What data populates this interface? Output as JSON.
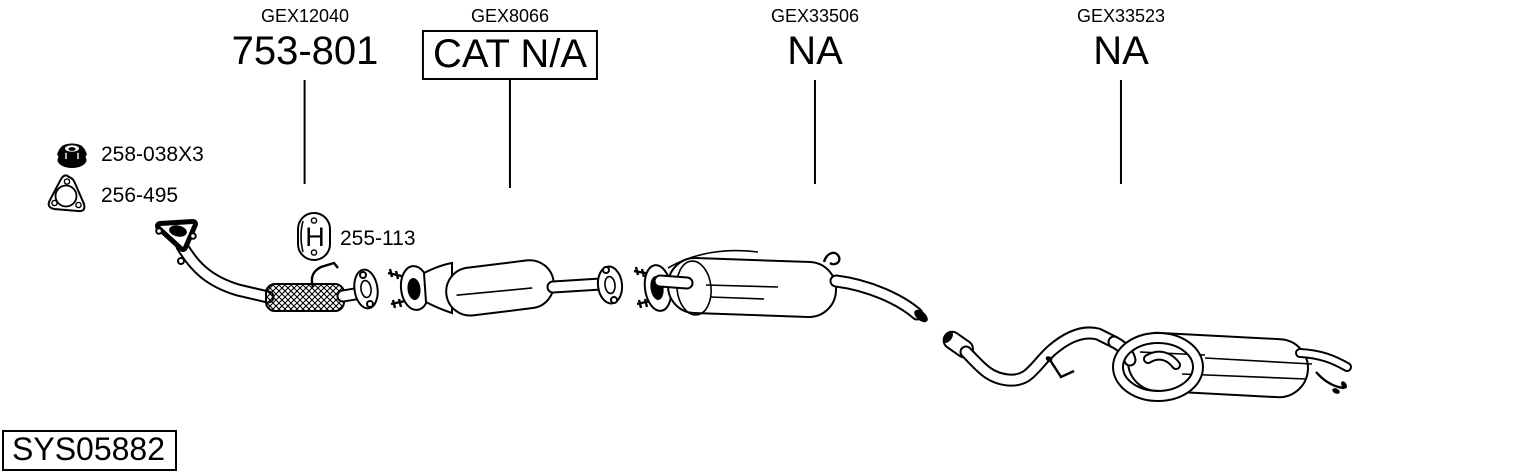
{
  "page": {
    "background_color": "#ffffff",
    "ink_color": "#000000",
    "type": "exhaust-system-parts-diagram"
  },
  "columns": [
    {
      "ref": "GEX12040",
      "part": "753-801",
      "boxed": false
    },
    {
      "ref": "GEX8066",
      "part": "CAT N/A",
      "boxed": true
    },
    {
      "ref": "GEX33506",
      "part": "NA",
      "boxed": false
    },
    {
      "ref": "GEX33523",
      "part": "NA",
      "boxed": false
    }
  ],
  "legend": {
    "items": [
      {
        "icon": "flange-nut-icon",
        "label": "258-038X3"
      },
      {
        "icon": "gasket-icon",
        "label": "256-495"
      }
    ]
  },
  "clamp": {
    "icon": "clamp-icon",
    "icon_letter": "H",
    "label": "255-113"
  },
  "footer": {
    "system_code": "SYS05882"
  },
  "diagram_parts": [
    "front-pipe",
    "flex-section",
    "catalytic-converter",
    "middle-muffler",
    "rear-pipe",
    "rear-muffler",
    "tailpipe"
  ]
}
